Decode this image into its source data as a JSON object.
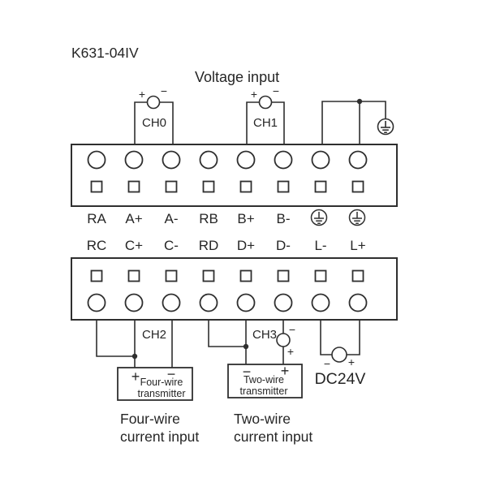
{
  "title": "K631-04IV",
  "voltage_input_label": "Voltage input",
  "channels": {
    "ch0": "CH0",
    "ch1": "CH1",
    "ch2": "CH2",
    "ch3": "CH3"
  },
  "polarity": {
    "plus": "+",
    "minus": "−"
  },
  "terminals": {
    "row1": [
      "RA",
      "A+",
      "A-",
      "RB",
      "B+",
      "B-"
    ],
    "row2": [
      "RC",
      "C+",
      "C-",
      "RD",
      "D+",
      "D-",
      "L-",
      "L+"
    ]
  },
  "four_wire_transmitter": {
    "plus": "+",
    "minus": "−",
    "line1": "Four-wire",
    "line2": "transmitter"
  },
  "two_wire_transmitter": {
    "minus": "−",
    "plus": "+",
    "line1": "Two-wire",
    "line2": "transmitter"
  },
  "dc_supply": {
    "minus": "−",
    "plus": "+",
    "label": "DC24V"
  },
  "captions": {
    "four_wire_line1": "Four-wire",
    "four_wire_line2": "current input",
    "two_wire_line1": "Two-wire",
    "two_wire_line2": "current input"
  },
  "colors": {
    "line": "#2f2f2f",
    "text": "#262626",
    "background": "#ffffff"
  }
}
